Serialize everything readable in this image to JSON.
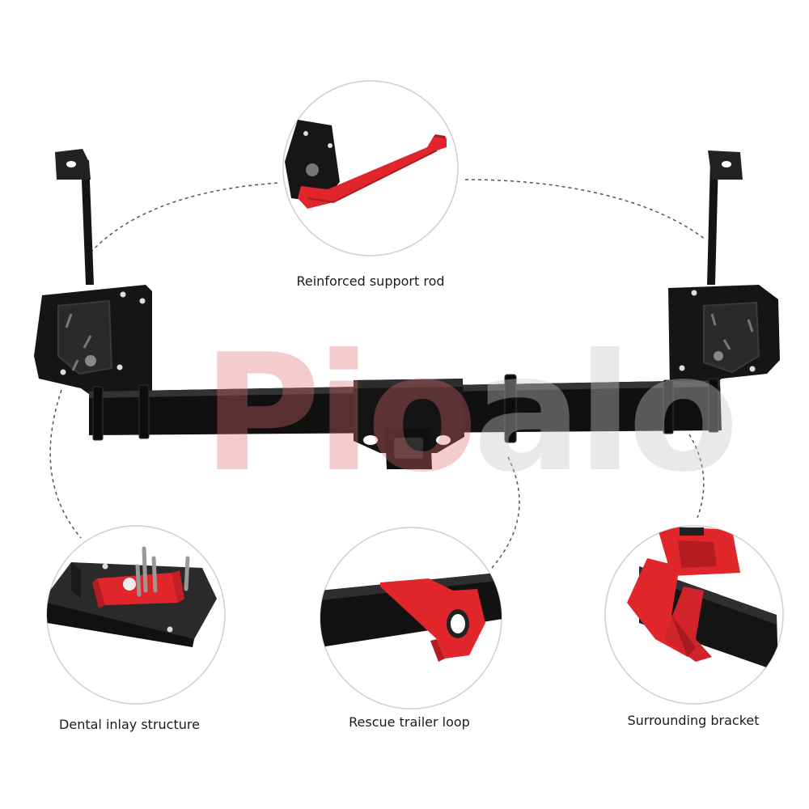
{
  "watermark": {
    "text_left": "Pio",
    "text_right": "alo",
    "full": "Pioalo"
  },
  "callouts": [
    {
      "id": "reinforced-support-rod",
      "label": "Reinforced support rod"
    },
    {
      "id": "dental-inlay-structure",
      "label": "Dental inlay structure"
    },
    {
      "id": "rescue-trailer-loop",
      "label": "Rescue trailer loop"
    },
    {
      "id": "surrounding-bracket",
      "label": "Surrounding bracket"
    }
  ],
  "colors": {
    "steel": "#141414",
    "accent": "#e0262b",
    "circle": "#cfcfcf",
    "dash": "#555555"
  }
}
